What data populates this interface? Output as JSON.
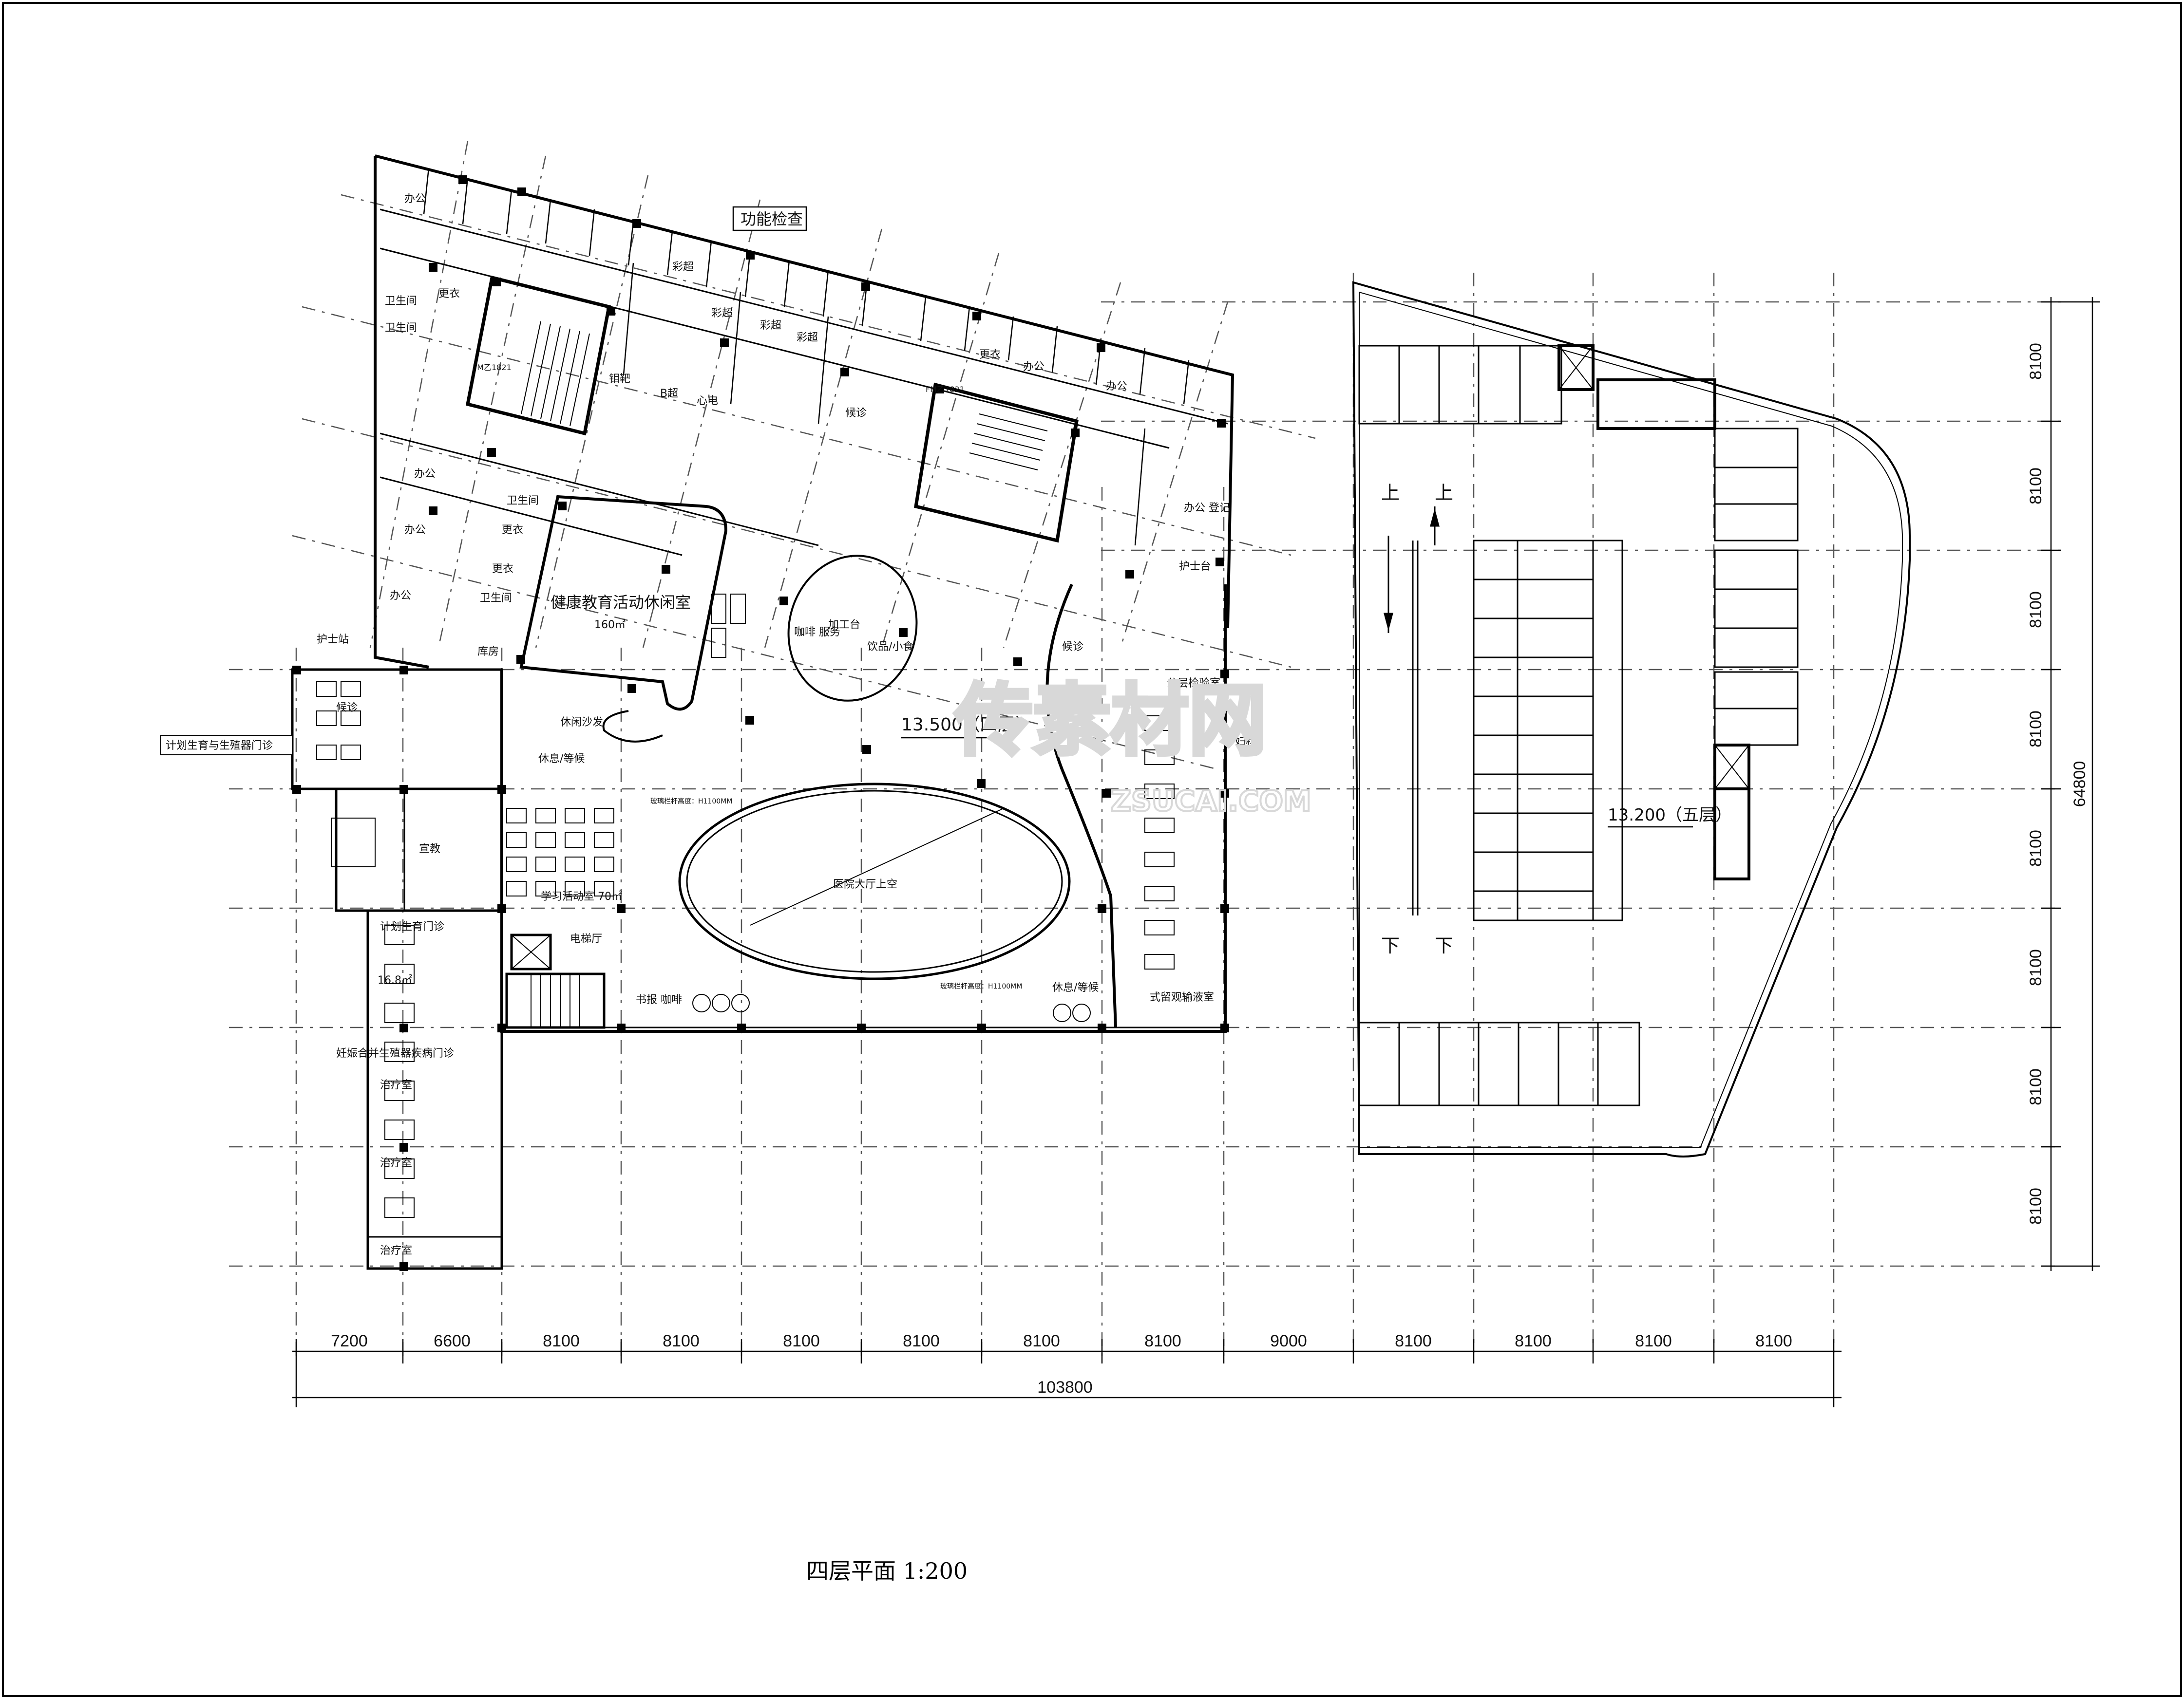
{
  "drawing": {
    "title": "四层平面 1:200",
    "section_label": "功能检查",
    "left_clinic_label": "计划生育与生殖器门诊",
    "level_main": "13.500（四层）",
    "level_parking": "13.200（五层）",
    "watermark": "传素材网",
    "watermark_sub": "ZSUCAI.COM"
  },
  "dimensions": {
    "bottom_segments": [
      "7200",
      "6600",
      "8100",
      "8100",
      "8100",
      "8100",
      "8100",
      "8100",
      "9000",
      "8100",
      "8100",
      "8100",
      "8100"
    ],
    "bottom_total": "103800",
    "right_segments": [
      "8100",
      "8100",
      "8100",
      "8100",
      "8100",
      "8100",
      "8100",
      "8100"
    ],
    "right_total": "64800"
  },
  "rooms": {
    "office": "办公",
    "color_ultrasound": "彩超",
    "bone_density": "钼靶",
    "b_ultrasound": "B超",
    "ecg": "心电",
    "waiting": "候诊",
    "toilet": "卫生间",
    "changing": "更衣",
    "nurse_station": "护士站",
    "nurse_desk": "护士台",
    "office_register": "办公 登记",
    "health_room": "健康教育活动休闲室",
    "health_area": "160㎡",
    "cafe_service": "咖啡 服务",
    "counter": "加工台",
    "drinks": "饮品/小食",
    "rest_wait": "休息/等候",
    "study_room": "学习活动室 70㎡",
    "atrium": "医院大厅上空",
    "elevator_hall": "电梯厅",
    "book_cafe": "书报 咖啡",
    "rest_wait2": "休息/等候",
    "propaganda": "宣教",
    "storage": "库房",
    "gyn": "妇科",
    "infusion": "式留观输液室",
    "check_room": "分层检验室",
    "leisure_sofa": "休闲沙发",
    "treatment": "治疗室",
    "pregnancy": "妊娠合并生殖器疾病门诊",
    "family_plan": "计划生育门诊",
    "area_small": "16.8㎡",
    "glass_note": "玻璃栏杆高度：H1100MM",
    "fire_door": "FM乙1821",
    "up_left": "上",
    "up_right": "上",
    "down_left": "下",
    "down_right": "下"
  },
  "colors": {
    "line": "#000000",
    "axis": "#555555",
    "watermark": "#d8d8d8"
  }
}
